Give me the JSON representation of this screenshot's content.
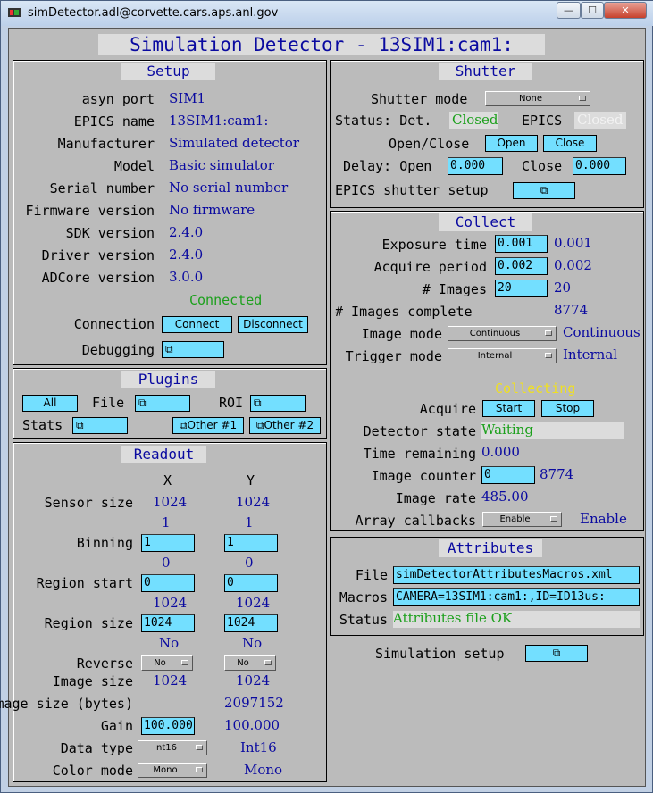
{
  "window": {
    "title": "simDetector.adl@corvette.cars.aps.anl.gov",
    "minimize": "—",
    "maximize": "☐",
    "close": "✕"
  },
  "main_title": "Simulation Detector - 13SIM1:cam1:",
  "setup": {
    "title": "Setup",
    "rows": [
      {
        "label": "asyn port",
        "value": "SIM1"
      },
      {
        "label": "EPICS name",
        "value": "13SIM1:cam1:"
      },
      {
        "label": "Manufacturer",
        "value": "Simulated detector"
      },
      {
        "label": "Model",
        "value": "Basic simulator"
      },
      {
        "label": "Serial number",
        "value": "No serial number"
      },
      {
        "label": "Firmware version",
        "value": "No firmware"
      },
      {
        "label": "SDK version",
        "value": "2.4.0"
      },
      {
        "label": "Driver version",
        "value": "2.4.0"
      },
      {
        "label": "ADCore version",
        "value": "3.0.0"
      }
    ],
    "connection_status": "Connected",
    "connection_label": "Connection",
    "connect": "Connect",
    "disconnect": "Disconnect",
    "debugging_label": "Debugging"
  },
  "plugins": {
    "title": "Plugins",
    "all": "All",
    "file_label": "File",
    "roi_label": "ROI",
    "stats_label": "Stats",
    "other1": "Other #1",
    "other2": "Other #2"
  },
  "readout": {
    "title": "Readout",
    "col_x": "X",
    "col_y": "Y",
    "sensor_size": {
      "label": "Sensor size",
      "x": "1024",
      "y": "1024"
    },
    "binning": {
      "label": "Binning",
      "x_rbv": "1",
      "y_rbv": "1",
      "x_in": "1",
      "y_in": "1"
    },
    "region_start": {
      "label": "Region start",
      "x_rbv": "0",
      "y_rbv": "0",
      "x_in": "0",
      "y_in": "0"
    },
    "region_size": {
      "label": "Region size",
      "x_rbv": "1024",
      "y_rbv": "1024",
      "x_in": "1024",
      "y_in": "1024"
    },
    "reverse": {
      "label": "Reverse",
      "x_rbv": "No",
      "y_rbv": "No",
      "x_menu": "No",
      "y_menu": "No"
    },
    "image_size": {
      "label": "Image size",
      "x": "1024",
      "y": "1024"
    },
    "image_size_bytes": {
      "label": "Image size (bytes)",
      "value": "2097152"
    },
    "gain": {
      "label": "Gain",
      "input": "100.000",
      "rbv": "100.000"
    },
    "data_type": {
      "label": "Data type",
      "menu": "Int16",
      "rbv": "Int16"
    },
    "color_mode": {
      "label": "Color mode",
      "menu": "Mono",
      "rbv": "Mono"
    }
  },
  "shutter": {
    "title": "Shutter",
    "mode_label": "Shutter mode",
    "mode_value": "None",
    "status_label": "Status: Det.",
    "det_status": "Closed",
    "epics_label": "EPICS",
    "epics_status": "Closed",
    "openclose_label": "Open/Close",
    "open": "Open",
    "close": "Close",
    "delay_open_label": "Delay: Open",
    "delay_open": "0.000",
    "delay_close_label": "Close",
    "delay_close": "0.000",
    "epics_setup_label": "EPICS shutter setup"
  },
  "collect": {
    "title": "Collect",
    "exposure": {
      "label": "Exposure time",
      "input": "0.001",
      "rbv": "0.001"
    },
    "period": {
      "label": "Acquire period",
      "input": "0.002",
      "rbv": "0.002"
    },
    "nimages": {
      "label": "# Images",
      "input": "20",
      "rbv": "20"
    },
    "complete": {
      "label": "# Images complete",
      "value": "8774"
    },
    "image_mode": {
      "label": "Image mode",
      "menu": "Continuous",
      "rbv": "Continuous"
    },
    "trigger_mode": {
      "label": "Trigger mode",
      "menu": "Internal",
      "rbv": "Internal"
    },
    "acquire_status": "Collecting",
    "acquire_label": "Acquire",
    "start": "Start",
    "stop": "Stop",
    "det_state": {
      "label": "Detector state",
      "value": "Waiting"
    },
    "time_remaining": {
      "label": "Time remaining",
      "value": "0.000"
    },
    "image_counter": {
      "label": "Image counter",
      "input": "0",
      "rbv": "8774"
    },
    "image_rate": {
      "label": "Image rate",
      "value": "485.00"
    },
    "array_callbacks": {
      "label": "Array callbacks",
      "menu": "Enable",
      "rbv": "Enable"
    }
  },
  "attributes": {
    "title": "Attributes",
    "file_label": "File",
    "file_value": "simDetectorAttributesMacros.xml",
    "macros_label": "Macros",
    "macros_value": "CAMERA=13SIM1:cam1:,ID=ID13us:",
    "status_label": "Status",
    "status_value": "Attributes file OK"
  },
  "sim_setup_label": "Simulation setup",
  "related_display_icon": "⧉",
  "colors": {
    "button": "#73dfff",
    "panel": "#bbbbbb",
    "title_text": "#0a0aa0",
    "ok": "#1ca01c",
    "collecting": "#f0e020"
  }
}
